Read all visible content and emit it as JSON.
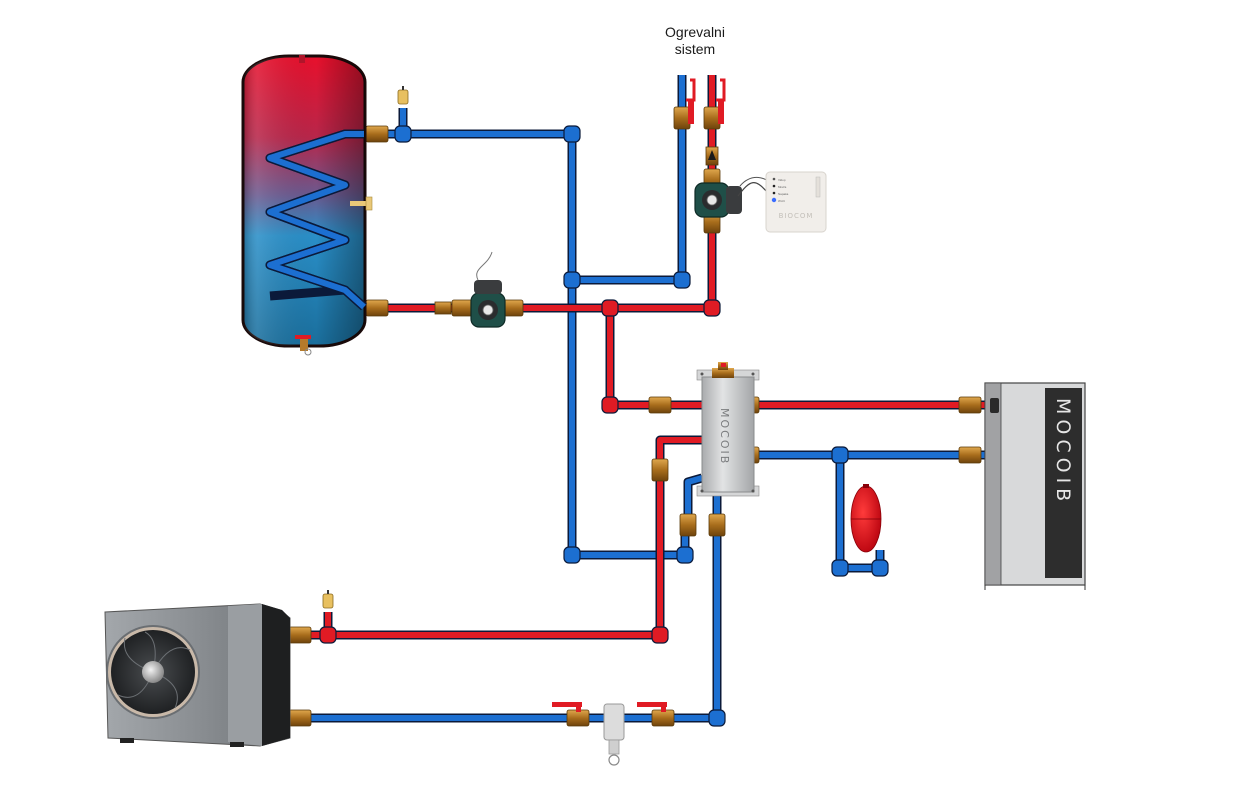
{
  "diagram": {
    "title_label": {
      "line1": "Ogrevalni",
      "line2": "sistem"
    },
    "brand_text": "BIOCOM",
    "brand_text_mirrored_on_units": "MOCOIB",
    "controller": {
      "indicators": [
        "Vklop",
        "Mreža",
        "Napaka",
        "Wi-Fi"
      ],
      "brand": "BIOCOM"
    },
    "components": [
      {
        "id": "storage-tank",
        "name": "Hranilnik tople vode s spiralo"
      },
      {
        "id": "tank-pump",
        "name": "Obtočna črpalka hranilnika"
      },
      {
        "id": "heating-pump",
        "name": "Obtočna črpalka ogrevalnega sistema"
      },
      {
        "id": "controller",
        "name": "Krmilnik"
      },
      {
        "id": "hydraulic-separator",
        "name": "Hidravlična kretnica"
      },
      {
        "id": "boiler",
        "name": "Kotel"
      },
      {
        "id": "expansion-vessel",
        "name": "Raztezna posoda"
      },
      {
        "id": "heat-pump",
        "name": "Toplotna črpalka"
      },
      {
        "id": "magnetic-filter",
        "name": "Magnetni filter"
      }
    ],
    "colors": {
      "hot_pipe": "#e01b24",
      "cold_pipe": "#1c6fd1",
      "pipe_outline": "#0b1a3a",
      "brass": "#b57a2a",
      "tank_top": "#e3102a",
      "tank_bottom": "#1fb6e0",
      "pump_body": "#1f4f48",
      "separator": "#c9cbcd",
      "boiler_panel": "#2d2d2d",
      "heat_pump_body": "#8e9296"
    }
  }
}
